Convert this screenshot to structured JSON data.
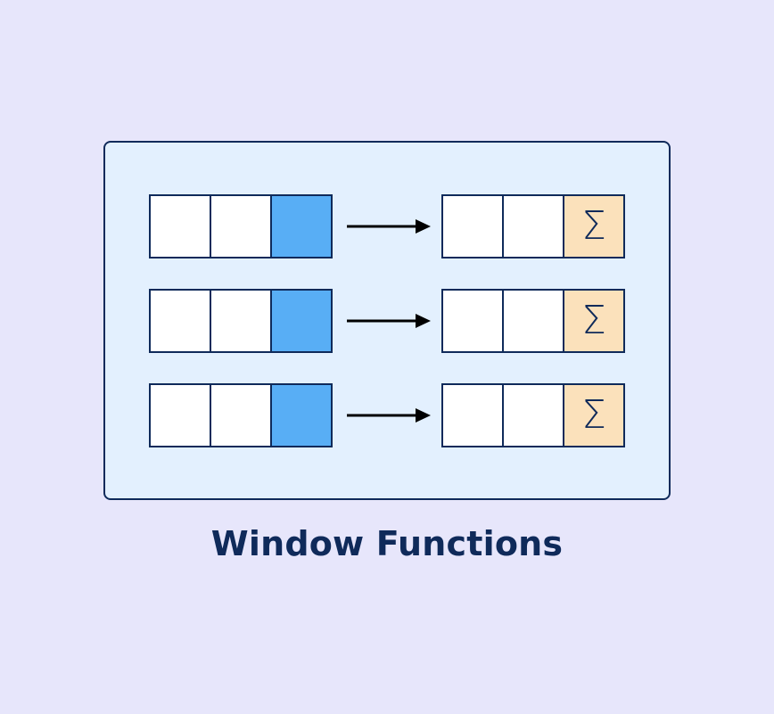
{
  "title": "Window Functions",
  "colors": {
    "background": "#e7e6fb",
    "panel_fill": "#e3f0fe",
    "outline": "#0f2a5a",
    "cell_empty": "#ffffff",
    "cell_highlight": "#58aef5",
    "result_cell": "#fbe1bb",
    "text": "#0f2a5a",
    "arrow": "#000000"
  },
  "icons": {
    "result_symbol": "Σ",
    "connector": "right-arrow-icon"
  },
  "rows": [
    {
      "input_cells": [
        "empty",
        "empty",
        "highlight"
      ],
      "output_cells": [
        "empty",
        "empty",
        "sigma"
      ]
    },
    {
      "input_cells": [
        "empty",
        "empty",
        "highlight"
      ],
      "output_cells": [
        "empty",
        "empty",
        "sigma"
      ]
    },
    {
      "input_cells": [
        "empty",
        "empty",
        "highlight"
      ],
      "output_cells": [
        "empty",
        "empty",
        "sigma"
      ]
    }
  ]
}
